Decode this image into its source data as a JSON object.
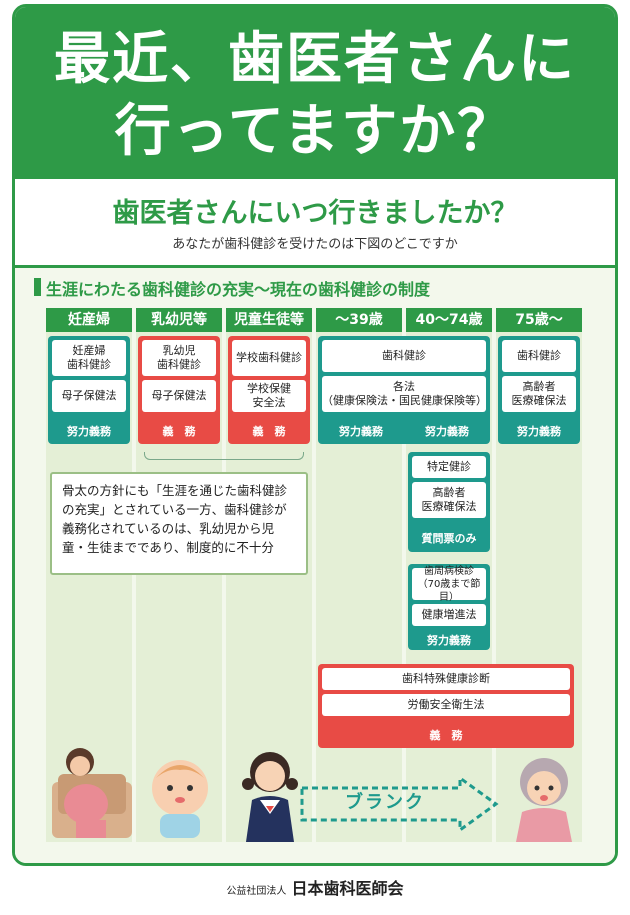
{
  "header": {
    "title_line1": "最近、歯医者さんに",
    "title_line2": "行ってますか？"
  },
  "question": {
    "title": "歯医者さんにいつ行きましたか？",
    "subtitle": "あなたが歯科健診を受けたのは下図のどこですか"
  },
  "section": {
    "heading": "生涯にわたる歯科健診の充実〜現在の歯科健診の制度"
  },
  "columns": [
    "妊産婦",
    "乳幼児等",
    "児童生徒等",
    "〜39歳",
    "40〜74歳",
    "75歳〜"
  ],
  "pregnant": {
    "card1": "妊産婦\n歯科健診",
    "card2": "母子保健法",
    "duty": "努力義務"
  },
  "infant": {
    "card1": "乳幼児\n歯科健診",
    "card2": "母子保健法",
    "duty": "義　務"
  },
  "student": {
    "card1": "学校歯科健診",
    "card2": "学校保健\n安全法",
    "duty": "義　務"
  },
  "adult": {
    "card1": "歯科健診",
    "card2": "各法\n（健康保険法・国民健康保険等）",
    "duty_left": "努力義務",
    "duty_right": "努力義務"
  },
  "elderly": {
    "card1": "歯科健診",
    "card2": "高齢者\n医療確保法",
    "duty": "努力義務"
  },
  "tokutei": {
    "card1": "特定健診",
    "card2": "高齢者\n医療確保法",
    "note": "質問票のみ"
  },
  "perio": {
    "card1": "歯周病検診\n（70歳まで節目）",
    "card2": "健康増進法",
    "duty": "努力義務"
  },
  "worker": {
    "card1": "歯科特殊健康診断",
    "card2": "労働安全衛生法",
    "duty": "義　務"
  },
  "note": "骨太の方針にも「生涯を通じた歯科健診の充実」とされている一方、歯科健診が義務化されているのは、乳幼児から児童・生徒までであり、制度的に不十分",
  "blank_label": "ブランク",
  "footer": {
    "small": "公益社団法人",
    "big": "日本歯科医師会"
  },
  "colors": {
    "green": "#2e9a47",
    "teal": "#1e9a8d",
    "red": "#e84b45"
  }
}
